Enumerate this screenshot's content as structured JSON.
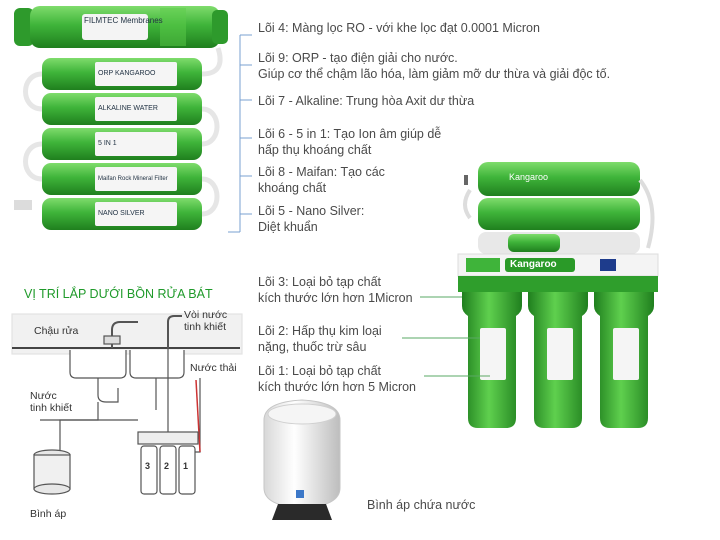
{
  "filters_top": [
    {
      "text_1": "Lõi 4: Màng lọc RO - với khe lọc đạt 0.0001 Micron",
      "text_2": ""
    },
    {
      "text_1": "Lõi 9: ORP -  tạo điện giải cho nước.",
      "text_2": "Giúp cơ thể chậm lão hóa, làm giảm mỡ dư thừa và giải độc tố."
    },
    {
      "text_1": "Lõi 7 - Alkaline:  Trung hòa Axit dư thừa",
      "text_2": ""
    },
    {
      "text_1": "Lõi 6 - 5 in 1: Tạo Ion âm giúp dễ",
      "text_2": "hấp thụ khoáng chất"
    },
    {
      "text_1": "Lõi 8 - Maifan: Tạo các",
      "text_2": "khoáng chất"
    },
    {
      "text_1": "Lõi 5 - Nano Silver:",
      "text_2": "Diệt khuẩn"
    }
  ],
  "filters_bottom": [
    {
      "text_1": "Lõi 3: Loại bỏ tạp chất",
      "text_2": "kích thước lớn hơn 1Micron"
    },
    {
      "text_1": "Lõi 2: Hấp thụ kim loại",
      "text_2": "nặng, thuốc trừ sâu"
    },
    {
      "text_1": "Lõi 1: Loại bỏ tạp chất",
      "text_2": "kích thước lớn hơn 5 Micron"
    }
  ],
  "install": {
    "title": "VỊ TRÍ LẮP DƯỚI BỒN RỬA BÁT",
    "sink": "Chậu rửa",
    "faucet_1": "Vòi nước",
    "faucet_2": "tinh khiết",
    "waste": "Nước thải",
    "pure_1": "Nước",
    "pure_2": "tinh khiết",
    "tank": "Bình áp",
    "nums": [
      "3",
      "2",
      "1"
    ]
  },
  "tank_label": "Bình áp chứa nước",
  "cartridge_labels": [
    "FILMTEC Membranes",
    "ORP KANGAROO",
    "ALKALINE WATER",
    "5 IN 1",
    "Maifan Rock Mineral Filter",
    "NANO SILVER"
  ],
  "brand": "Kangaroo",
  "colors": {
    "green": "#3fb43a",
    "green_dark": "#238a22",
    "title": "#1f9a2a",
    "line": "#5a86c0"
  }
}
